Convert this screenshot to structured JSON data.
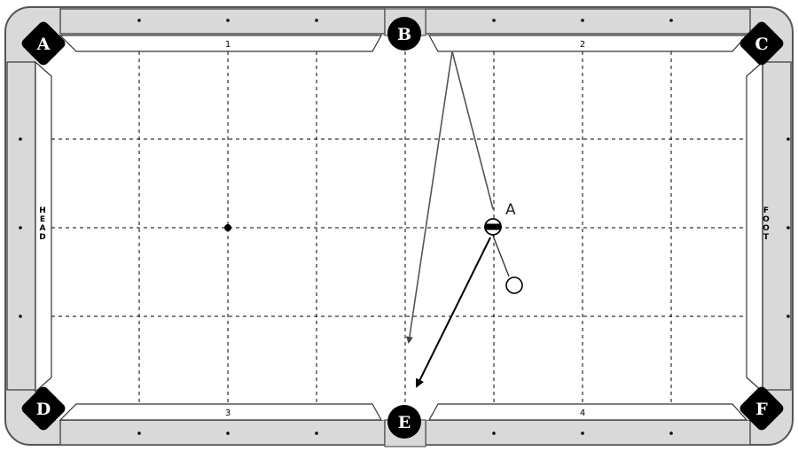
{
  "pockets": {
    "top_left": "A",
    "top_middle": "B",
    "top_right": "C",
    "bottom_left": "D",
    "bottom_middle": "E",
    "bottom_right": "F"
  },
  "rail_numbers": {
    "top_left": "1",
    "top_right": "2",
    "bottom_left": "3",
    "bottom_right": "4"
  },
  "end_labels": {
    "head": "HEAD",
    "foot": "FOOT"
  },
  "balls": {
    "object_ball_label": "A",
    "cue_ball_label": ""
  },
  "colors": {
    "rail": "#d9d9d9",
    "rail_stroke": "#555555",
    "pocket": "#000000",
    "grid": "#000000",
    "shot_line": "#555555",
    "arrow": "#000000"
  }
}
